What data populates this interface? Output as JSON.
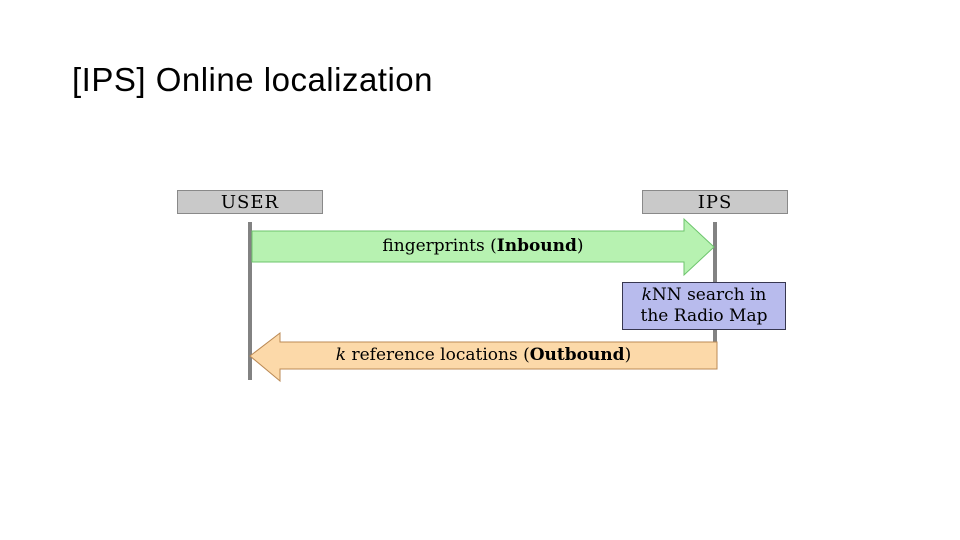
{
  "slide": {
    "title": "[IPS] Online localization",
    "background": "#ffffff"
  },
  "diagram": {
    "actors": [
      {
        "label": "USER"
      },
      {
        "label": "IPS"
      }
    ],
    "messages": {
      "inbound": {
        "pre": "fingerprints (",
        "emphasis": "Inbound",
        "post": ")"
      },
      "outbound": {
        "k": "k",
        "pre": " reference locations (",
        "emphasis": "Outbound",
        "post": ")"
      }
    },
    "process_box": {
      "k": "k",
      "line1": "NN search in",
      "line2": "the Radio Map"
    },
    "colors": {
      "actor_fill": "#c9c9c9",
      "actor_border": "#898989",
      "lifeline": "#828282",
      "inbound_fill": "#b7f2b1",
      "inbound_border": "#6cc46c",
      "outbound_fill": "#fcd9a9",
      "outbound_border": "#bb8a55",
      "process_fill": "#b8bbed",
      "process_border": "#373750",
      "text": "#000000"
    }
  }
}
